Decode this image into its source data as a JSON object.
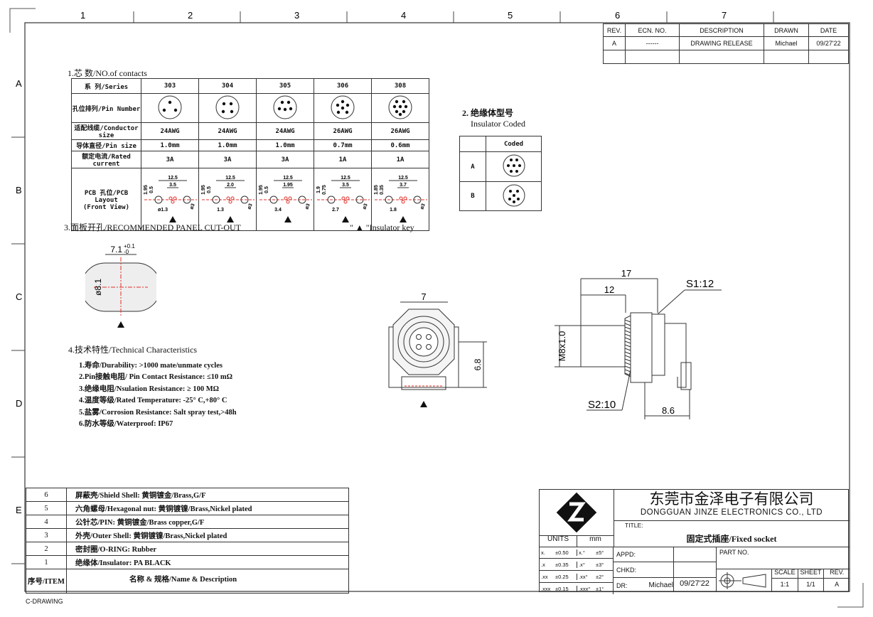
{
  "ruler": {
    "columns": [
      "1",
      "2",
      "3",
      "4",
      "5",
      "6",
      "7"
    ],
    "rows": [
      "A",
      "B",
      "C",
      "D",
      "E"
    ]
  },
  "revision": {
    "headers": [
      "REV.",
      "ECN. NO.",
      "DESCRIPTION",
      "DRAWN",
      "DATE"
    ],
    "row": [
      "A",
      "------",
      "DRAWING RELEASE",
      "Michael",
      "09/27'22"
    ]
  },
  "contacts": {
    "title": "1.芯 数/NO.of contacts",
    "rows": [
      {
        "label": "系 列/Series",
        "values": [
          "303",
          "304",
          "305",
          "306",
          "308"
        ]
      },
      {
        "label": "孔位排列/Pin Number",
        "pins": [
          3,
          4,
          5,
          6,
          8
        ]
      },
      {
        "label": "适配线缆/Conductor size",
        "values": [
          "24AWG",
          "24AWG",
          "24AWG",
          "26AWG",
          "26AWG"
        ]
      },
      {
        "label": "导体直径/Pin size",
        "values": [
          "1.0mm",
          "1.0mm",
          "1.0mm",
          "0.7mm",
          "0.6mm"
        ]
      },
      {
        "label": "额定电流/Rated current",
        "values": [
          "3A",
          "3A",
          "3A",
          "1A",
          "1A"
        ]
      }
    ],
    "pcb_label": "PCB 孔位/PCB Layout",
    "pcb_sub": "(Front View)",
    "pcb_dims": [
      {
        "w": "12.5",
        "p": "3.5",
        "b": "ø1.3",
        "h1": "1.95",
        "h2": "0.5",
        "d": "ø3"
      },
      {
        "w": "12.5",
        "p": "2.0",
        "b": "1.3",
        "h1": "1.95",
        "h2": "0.5",
        "d": "ø3"
      },
      {
        "w": "12.5",
        "p": "1.95",
        "b": "3.4",
        "h1": "1.95",
        "h2": "0.5",
        "d": "ø3"
      },
      {
        "w": "12.5",
        "p": "3.5",
        "b": "2.7",
        "h1": "1.9",
        "h2": "0.75",
        "d": "ø3"
      },
      {
        "w": "12.5",
        "p": "3.7",
        "b": "1.8",
        "h1": "1.85",
        "h2": "0.35",
        "d": "ø3"
      }
    ]
  },
  "insulator": {
    "title_cn": "2. 绝缘体型号",
    "title_en": "Insulator Coded",
    "header": "Coded",
    "rows": [
      "A",
      "B"
    ]
  },
  "panel": {
    "title": "3.面板开孔/RECOMMENDED PANEL CUT-OUT",
    "width": "7.1",
    "tol_plus": "+0.1",
    "tol_minus": "-0",
    "diameter": "ø8.1"
  },
  "key_note": "\" ▲ \"Insulator key",
  "tech": {
    "title": "4.技术特性/Technical Characteristics",
    "items": [
      "1.寿命/Durability: >1000 mate/unmate cycles",
      "2.Pin接触电阻/ Pin Contact Resistance: ≤10 mΩ",
      "3.绝缘电阻/Nsulation Resistance: ≥ 100 MΩ",
      "4.温度等级/Rated Temperature: -25° C,+80° C",
      "5.盐雾/Corrosion Resistance: Salt spray test,>48h",
      "6.防水等级/Waterproof: IP67"
    ]
  },
  "front_view": {
    "width": "7",
    "height": "6.8"
  },
  "side_view": {
    "total": "17",
    "body": "12",
    "thread": "M8x1.0",
    "s1": "S1:12",
    "s2": "S2:10",
    "pcb": "8.6"
  },
  "bom": {
    "rows": [
      {
        "n": "6",
        "d": "屏蔽壳/Shield Shell: 黄铜镀金/Brass,G/F"
      },
      {
        "n": "5",
        "d": "六角螺母/Hexagonal nut: 黄铜镀镍/Brass,Nickel plated"
      },
      {
        "n": "4",
        "d": "公针芯/PIN: 黄铜镀金/Brass copper,G/F"
      },
      {
        "n": "3",
        "d": "外壳/Outer Shell: 黄铜镀镍/Brass,Nickel plated"
      },
      {
        "n": "2",
        "d": "密封圈/O-RING: Rubber"
      },
      {
        "n": "1",
        "d": "绝缘体/Insulator: PA BLACK"
      }
    ],
    "header_n": "序号/ITEM",
    "header_d": "名称 & 规格/Name & Description"
  },
  "titleblock": {
    "company_cn": "东莞市金泽电子有限公司",
    "company_en": "DONGGUAN JINZE ELECTRONICS CO., LTD",
    "title_label": "TITLE:",
    "title": "固定式插座/Fixed socket",
    "units": "UNITS",
    "unit_val": "mm",
    "tol": [
      [
        "x.",
        "±0.50",
        "x.°",
        "±5°"
      ],
      [
        ".x",
        "±0.35",
        ".x°",
        "±3°"
      ],
      [
        ".xx",
        "±0.25",
        ".xx°",
        "±2°"
      ],
      [
        ".xxx",
        "±0.15",
        ".xxx°",
        "±1°"
      ]
    ],
    "appd": "APPD:",
    "chkd": "CHKD:",
    "dr": "DR:",
    "drawer": "Michael",
    "date": "09/27'22",
    "part_no": "PART NO.",
    "scale_label": "SCALE",
    "scale": "1:1",
    "sheet_label": "SHEET",
    "sheet": "1/1",
    "rev_label": "REV.",
    "rev": "A"
  },
  "footer": "C-DRAWING",
  "colors": {
    "line": "#333333",
    "red": "#e0302a"
  }
}
